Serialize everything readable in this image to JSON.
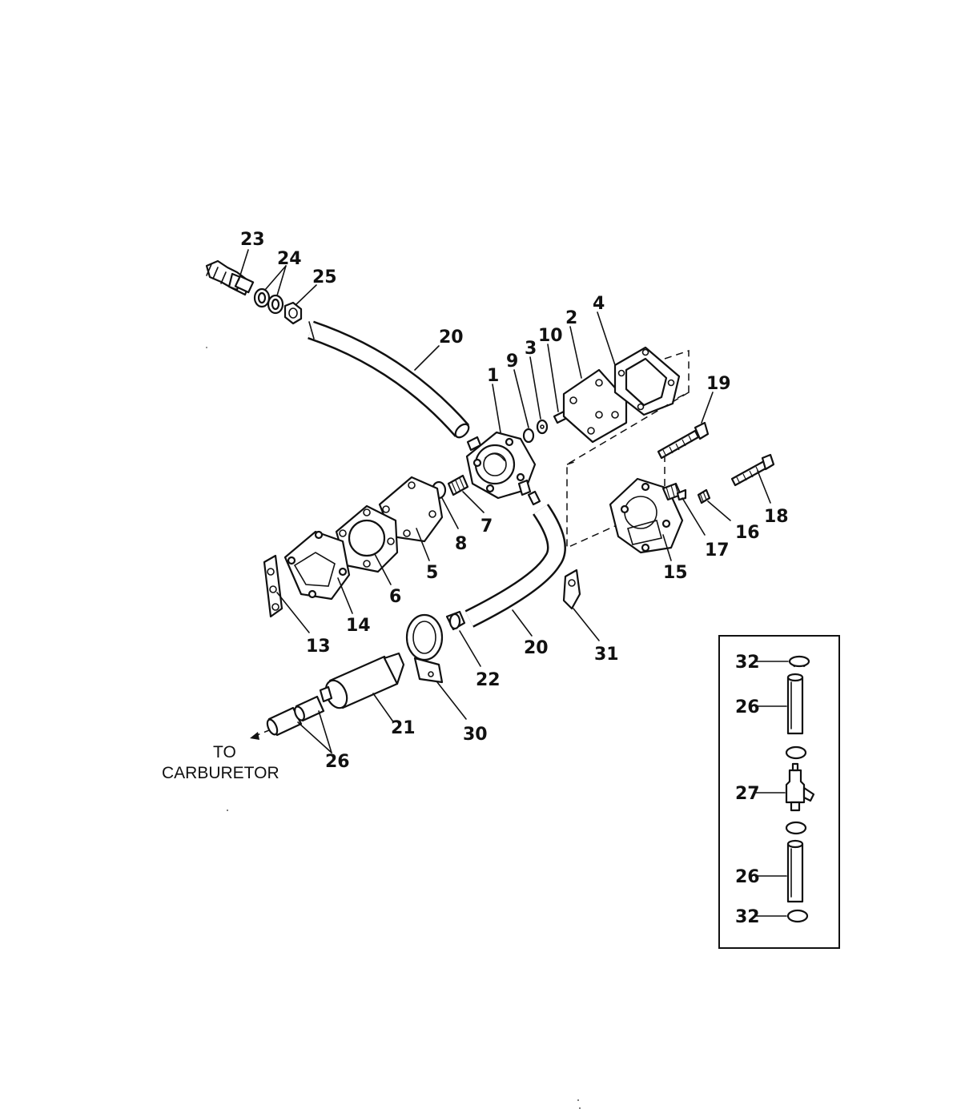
{
  "diagram": {
    "callouts": {
      "c1": "1",
      "c2": "2",
      "c3": "3",
      "c4": "4",
      "c5": "5",
      "c6": "6",
      "c7": "7",
      "c8": "8",
      "c9": "9",
      "c10": "10",
      "c13": "13",
      "c14": "14",
      "c15": "15",
      "c16": "16",
      "c17": "17",
      "c18": "18",
      "c19": "19",
      "c20a": "20",
      "c20b": "20",
      "c21": "21",
      "c22": "22",
      "c23": "23",
      "c24": "24",
      "c25": "25",
      "c26": "26",
      "c30": "30",
      "c31": "31"
    },
    "destination": {
      "line1": "TO",
      "line2": "CARBURETOR"
    },
    "inset": {
      "c32a": "32",
      "c26a": "26",
      "c27": "27",
      "c26b": "26",
      "c32b": "32"
    }
  }
}
